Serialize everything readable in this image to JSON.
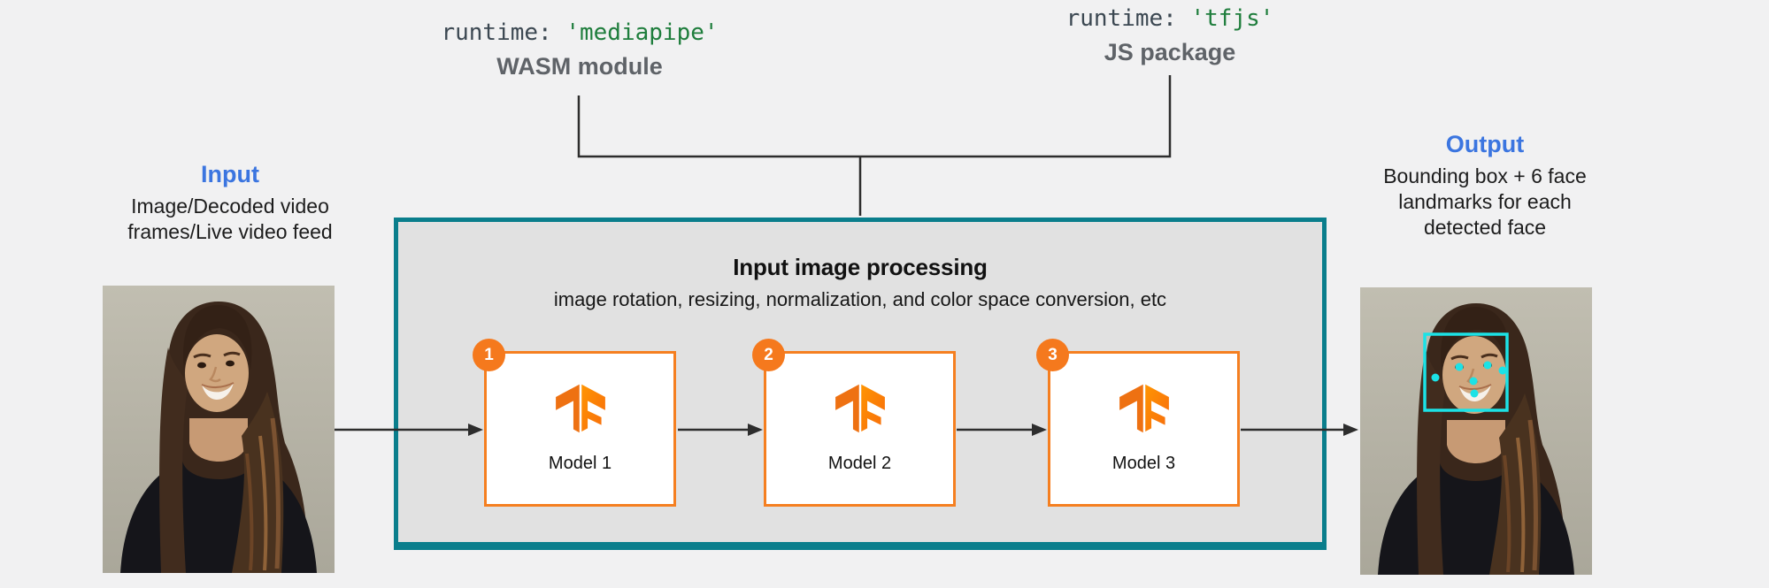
{
  "runtimes": [
    {
      "prefix": "runtime: ",
      "value": "'mediapipe'",
      "sublabel": "WASM module"
    },
    {
      "prefix": "runtime: ",
      "value": "'tfjs'",
      "sublabel": "JS package"
    }
  ],
  "input": {
    "title": "Input",
    "caption": "Image/Decoded video\nframes/Live video feed"
  },
  "output": {
    "title": "Output",
    "caption": "Bounding box + 6 face\nlandmarks for each\ndetected face"
  },
  "processing_box": {
    "title": "Input image processing",
    "subtitle": "image rotation, resizing, normalization, and color space conversion, etc"
  },
  "models": [
    {
      "number": "1",
      "label": "Model 1"
    },
    {
      "number": "2",
      "label": "Model 2"
    },
    {
      "number": "3",
      "label": "Model 3"
    }
  ],
  "icons": {
    "model_logo": "tensorflow-logo",
    "output_annotation": "face-bounding-box-with-6-landmarks"
  },
  "colors": {
    "background": "#f1f1f2",
    "processing_border_teal": "#0a7e8c",
    "processing_fill": "#e1e1e1",
    "model_border_orange": "#f57f20",
    "badge_orange": "#f5791d",
    "accent_blue": "#3b75e0",
    "code_green": "#1e7d3c",
    "code_slate": "#3c4852",
    "label_gray": "#5f6368",
    "wire_dark": "#2d2d2d",
    "annotation_cyan": "#1ce2e6"
  }
}
